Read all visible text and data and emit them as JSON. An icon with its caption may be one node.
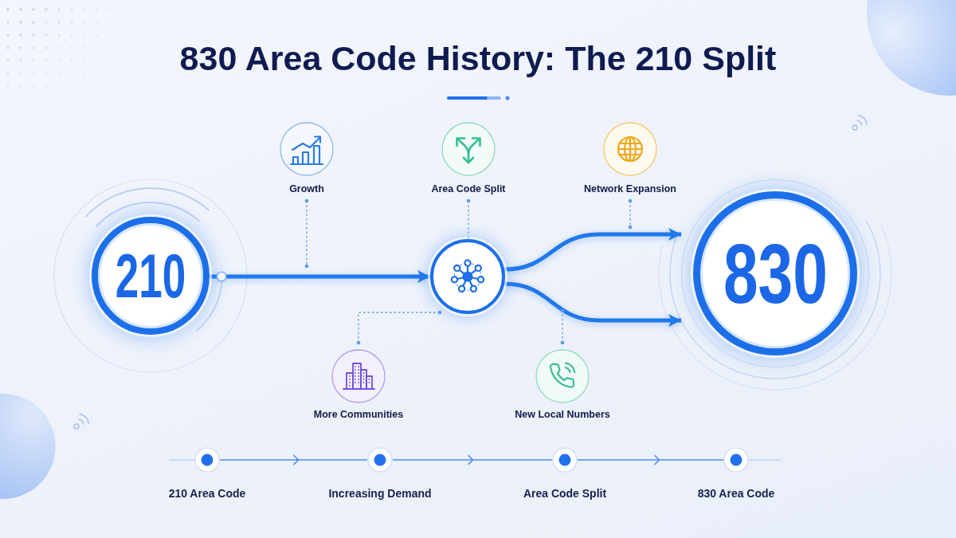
{
  "diagram": {
    "title": "830 Area Code History: The 210 Split",
    "nodes": [
      {
        "text": [
          "Growth"
        ]
      },
      {
        "text": [
          "Area Code Split"
        ]
      },
      {
        "text": [
          "Network Expansion"
        ]
      },
      {
        "text": [
          "210"
        ]
      },
      {
        "text": [],
        "shape": "circle"
      },
      {
        "text": [
          "830"
        ]
      },
      {
        "text": [
          "More Communities"
        ]
      },
      {
        "text": [
          "New Local Numbers"
        ]
      },
      {
        "text": [
          "210 Area Code"
        ]
      },
      {
        "text": [
          "Increasing Demand"
        ]
      },
      {
        "text": [
          "Area Code Split"
        ]
      },
      {
        "text": [
          "830 Area Code"
        ]
      }
    ],
    "edges": [
      {
        "from": 3,
        "to": 4,
        "arrow": "to",
        "style": "thick"
      },
      {
        "from": 4,
        "to": 5,
        "arrow": "to",
        "style": "thick"
      },
      {
        "from": 4,
        "to": 5,
        "arrow": "to",
        "style": "thick"
      },
      {
        "from": 0,
        "to": null,
        "arrow": "other",
        "style": "dashed"
      },
      {
        "from": 1,
        "to": 4,
        "arrow": "other",
        "style": "dashed"
      },
      {
        "from": 2,
        "to": null,
        "arrow": "other",
        "style": "dashed"
      },
      {
        "from": 6,
        "to": 4,
        "arrow": "other",
        "style": "dashed"
      },
      {
        "from": 7,
        "to": null,
        "arrow": "other",
        "style": "dashed"
      },
      {
        "from": 8,
        "to": 9,
        "arrow": "to"
      },
      {
        "from": 9,
        "to": 10,
        "arrow": "to"
      },
      {
        "from": 10,
        "to": 11,
        "arrow": "to"
      }
    ]
  }
}
